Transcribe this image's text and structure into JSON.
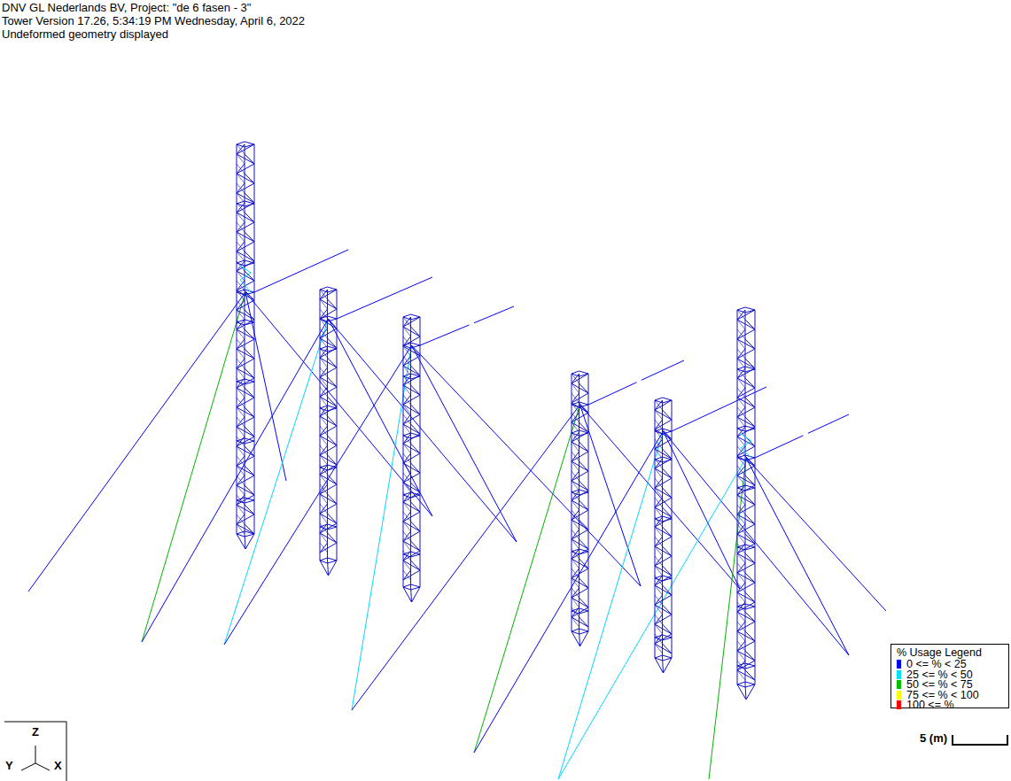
{
  "diagram": {
    "labels": [
      "DNV GL Nederlands BV, Project: \"de 6 fasen - 3\"",
      "Tower Version 17.26, 5:34:19 PM Wednesday, April 6, 2022",
      "Undeformed geometry displayed",
      "% Usage Legend",
      "Z",
      "Y",
      "X",
      "5 (m)"
    ],
    "legend": [
      {
        "text": "0 <= % < 25",
        "color": "#0000ff"
      },
      {
        "text": "25 <= % < 50",
        "color": "#00e0ff"
      },
      {
        "text": "50 <= % < 75",
        "color": "#00c000"
      },
      {
        "text": "75 <= % < 100",
        "color": "#ffff00"
      },
      {
        "text": "100 <= %",
        "color": "#ff0000"
      }
    ]
  }
}
